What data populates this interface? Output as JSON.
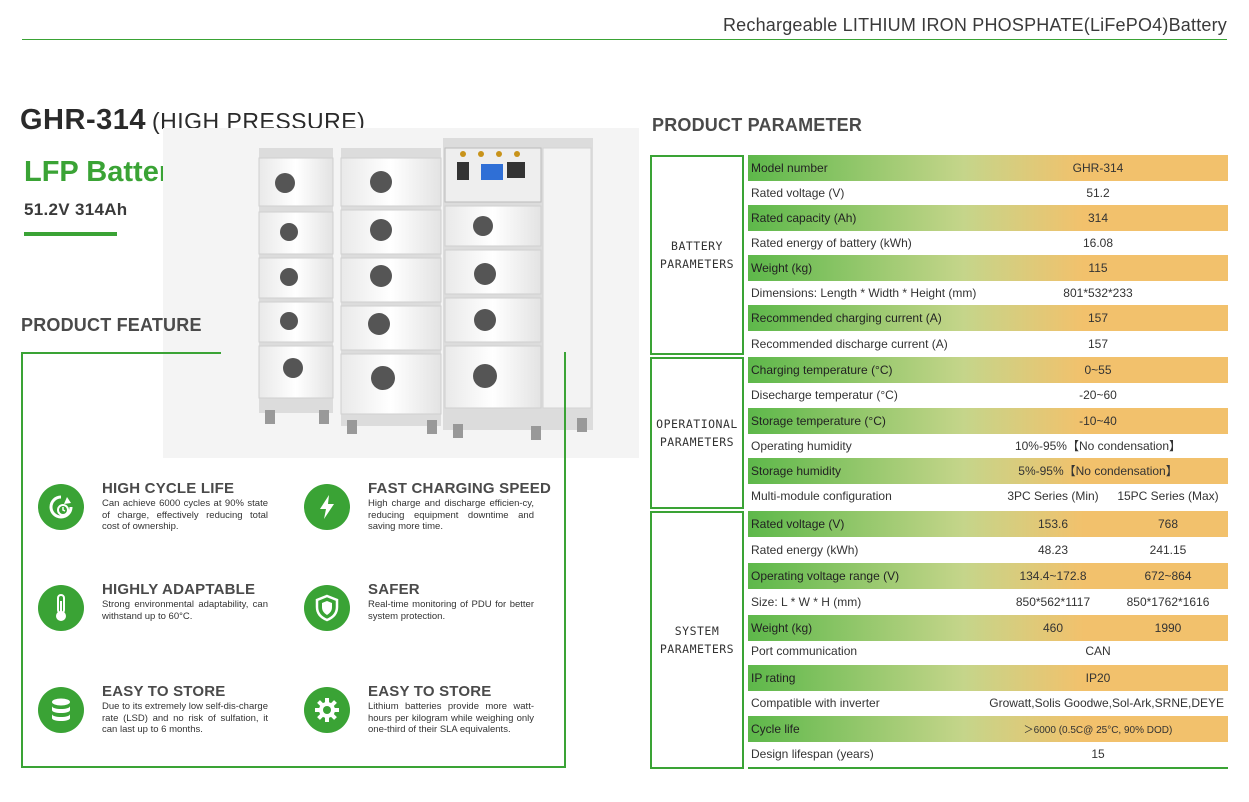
{
  "header": {
    "title": "Rechargeable LITHIUM IRON PHOSPHATE(LiFePO4)Battery"
  },
  "product": {
    "model": "GHR-314",
    "subtitle": "(HIGH PRESSURE)",
    "type": "LFP Battery",
    "spec": "51.2V 314Ah"
  },
  "features": {
    "heading": "PRODUCT FEATURE",
    "items": [
      {
        "title": "HIGH CYCLE LIFE",
        "desc": "Can achieve 6000 cycles at 90% state of charge, effectively reducing total cost of ownership.",
        "icon": "cycle-icon"
      },
      {
        "title": "FAST CHARGING SPEED",
        "desc": "High charge and discharge efficien-cy, reducing equipment downtime and saving more time.",
        "icon": "lightning-icon"
      },
      {
        "title": "HIGHLY ADAPTABLE",
        "desc": "Strong environmental adaptability, can withstand up to 60°C.",
        "icon": "thermometer-icon"
      },
      {
        "title": "SAFER",
        "desc": "Real-time monitoring of PDU for better system protection.",
        "icon": "shield-icon"
      },
      {
        "title": "EASY TO STORE",
        "desc": "Due to its extremely low self-dis-charge rate (LSD) and no risk of sulfation, it can last up to 6 months.",
        "icon": "database-icon"
      },
      {
        "title": "EASY TO STORE",
        "desc": "Lithium batteries provide more watt-hours per kilogram while weighing only one-third of their SLA equivalents.",
        "icon": "gear-icon"
      }
    ]
  },
  "parameters": {
    "heading": "PRODUCT PARAMETER",
    "groups": {
      "battery": "BATTERY PARAMETERS",
      "operational": "OPERATIONAL PARAMETERS",
      "system": "SYSTEM PARAMETERS"
    },
    "rows": [
      {
        "label": "Model number",
        "value": "GHR-314"
      },
      {
        "label": "Rated voltage (V)",
        "value": "51.2"
      },
      {
        "label": "Rated capacity (Ah)",
        "value": "314"
      },
      {
        "label": "Rated energy of battery (kWh)",
        "value": "16.08"
      },
      {
        "label": "Weight (kg)",
        "value": "115"
      },
      {
        "label": "Dimensions: Length * Width * Height (mm)",
        "value": "801*532*233"
      },
      {
        "label": "Recommended charging current (A)",
        "value": "157"
      },
      {
        "label": "Recommended discharge current (A)",
        "value": "157"
      },
      {
        "label": "Charging temperature (°C)",
        "value": "0~55"
      },
      {
        "label": "Disecharge temperatur (°C)",
        "value": "-20~60"
      },
      {
        "label": "Storage temperature (°C)",
        "value": "-10~40"
      },
      {
        "label": "Operating humidity",
        "value": "10%-95%【No condensation】"
      },
      {
        "label": "Storage humidity",
        "value": "5%-95%【No condensation】"
      },
      {
        "label": "Multi-module configuration",
        "value1": "3PC Series (Min)",
        "value2": "15PC Series (Max)"
      },
      {
        "label": "Rated voltage (V)",
        "value1": "153.6",
        "value2": "768"
      },
      {
        "label": "Rated energy (kWh)",
        "value1": "48.23",
        "value2": "241.15"
      },
      {
        "label": "Operating voltage range (V)",
        "value1": "134.4~172.8",
        "value2": "672~864"
      },
      {
        "label": "Size: L * W * H (mm)",
        "value1": "850*562*1117",
        "value2": "850*1762*1616"
      },
      {
        "label": "Weight (kg)",
        "value1": "460",
        "value2": "1990"
      },
      {
        "label": "Port communication",
        "value": "CAN"
      },
      {
        "label": "IP rating",
        "value": "IP20"
      },
      {
        "label": "Compatible with inverter",
        "value": "Growatt,Solis Goodwe,Sol-Ark,SRNE,DEYE"
      },
      {
        "label": "Cycle life",
        "value": "＞6000  (0.5C@ 25°C,  90% DOD)"
      },
      {
        "label": "Design lifespan (years)",
        "value": "15"
      }
    ]
  },
  "colors": {
    "brand_green": "#3aa335",
    "highlight_orange": "#f2c16c"
  }
}
